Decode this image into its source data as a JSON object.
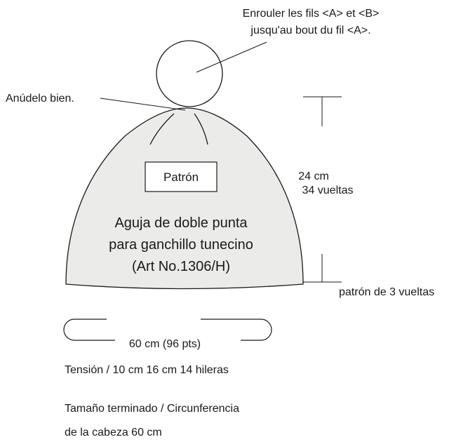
{
  "callouts": {
    "wind_line1": "Enrouler les fils <A> et <B>",
    "wind_line2": "jusqu'au bout du fil <A>.",
    "tie": "Anúdelo bien."
  },
  "body": {
    "pattern_label": "Patrón",
    "needle_line1": "Aguja de doble punta",
    "needle_line2": "para ganchillo tunecino",
    "needle_line3": "(Art No.1306/H)"
  },
  "dimensions": {
    "height_cm": "24 cm",
    "height_rows": "34 vueltas",
    "band_pattern": "patrón de 3 vueltas",
    "width": "60 cm (96 pts)"
  },
  "notes": {
    "gauge": "Tensión / 10 cm 16 cm 14 hileras",
    "size_line1": "Tamaño terminado / Circunferencia",
    "size_line2": "de la cabeza 60 cm"
  },
  "colors": {
    "hat_fill": "#ebecea",
    "stroke": "#1a1a1a"
  }
}
